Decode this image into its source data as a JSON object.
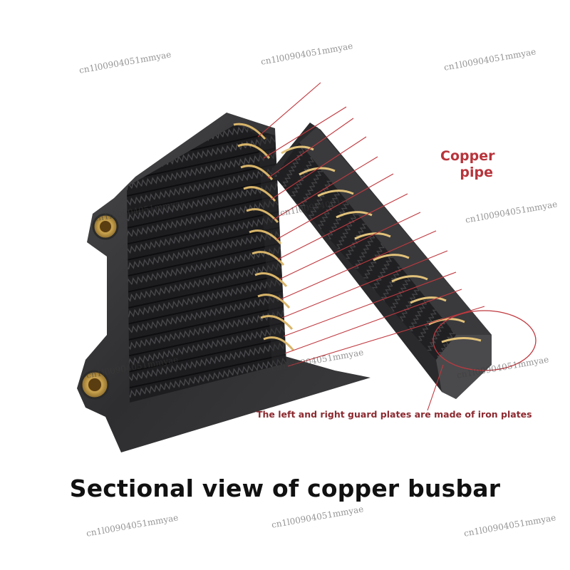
{
  "labels": {
    "copper_pipe_line1": "Copper",
    "copper_pipe_line2": "pipe",
    "iron_plates": "The left and right guard plates are made of iron plates",
    "caption": "Sectional view of copper busbar"
  },
  "watermark": "cn1l00904051mmyae",
  "colors": {
    "annotation_line": "#c0393f",
    "copper_label": "#b8343b",
    "iron_label": "#8c2a30",
    "radiator_body": "#2b2b2d",
    "copper": "#c9a35a"
  }
}
